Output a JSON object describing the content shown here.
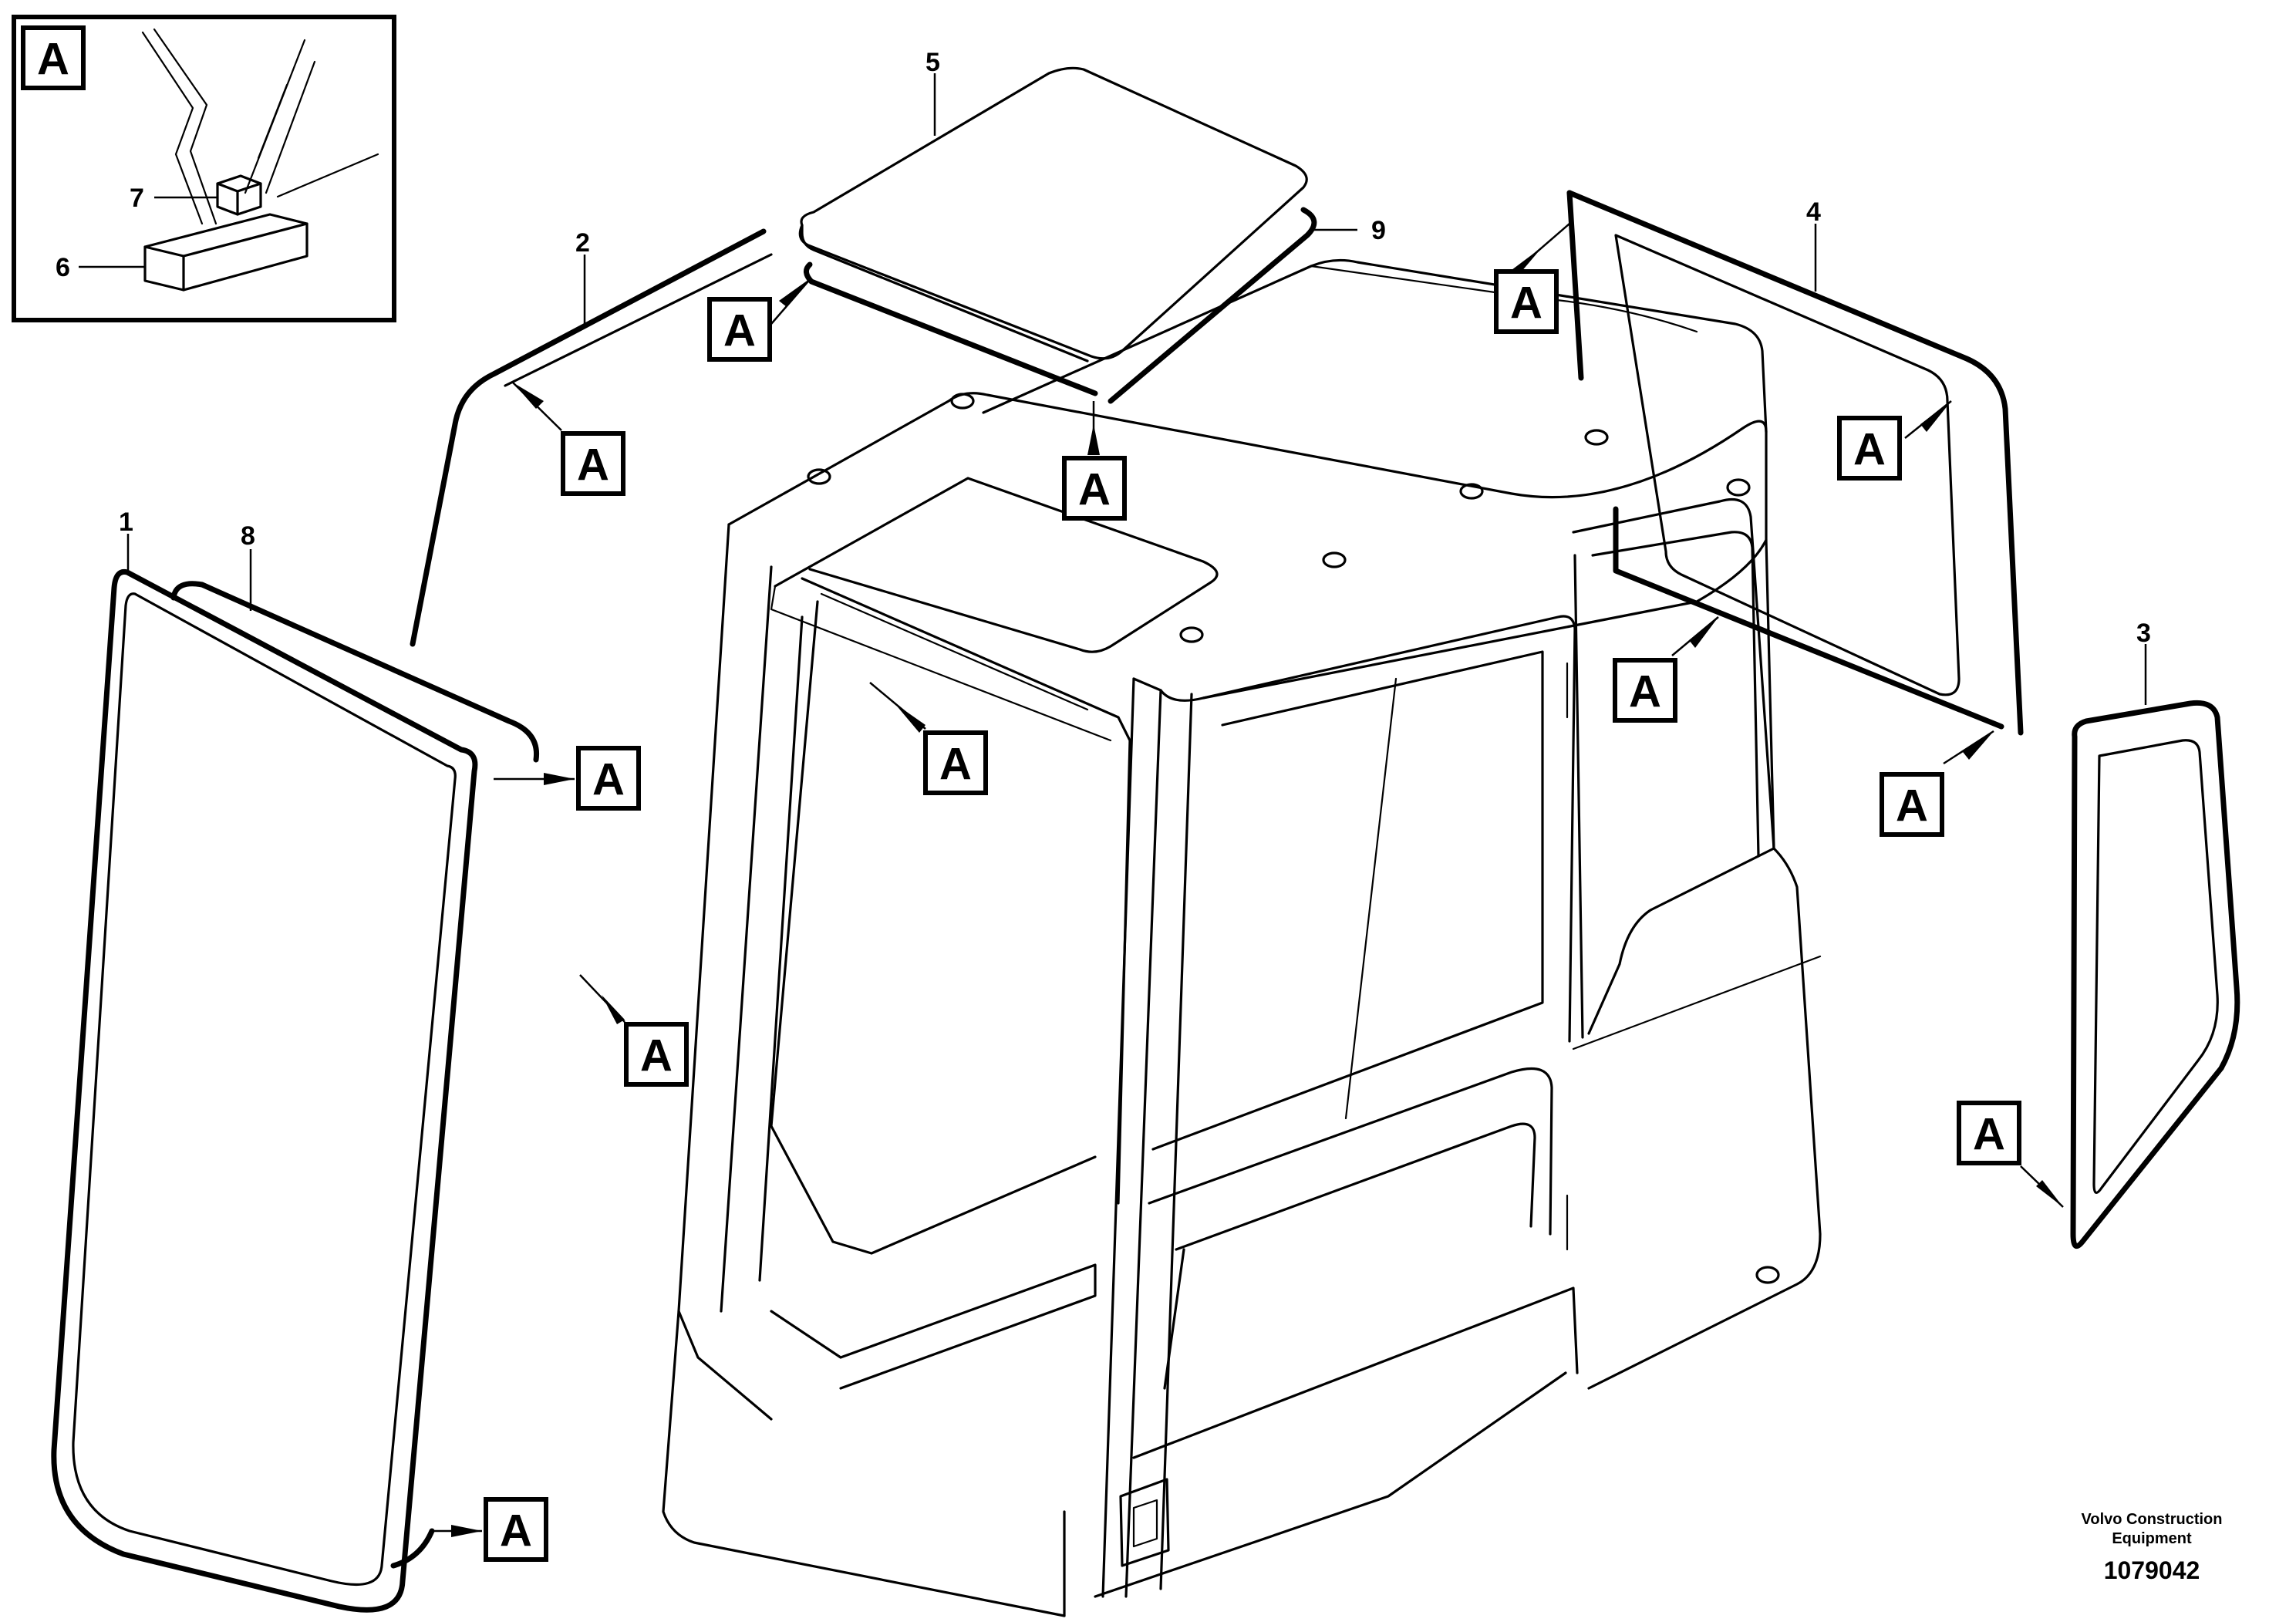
{
  "callouts": {
    "c1": "1",
    "c2": "2",
    "c3": "3",
    "c4": "4",
    "c5": "5",
    "c6": "6",
    "c7": "7",
    "c8": "8",
    "c9": "9"
  },
  "detail_label": "A",
  "footer": {
    "company_line1": "Volvo Construction",
    "company_line2": "Equipment",
    "drawing_number": "1079042"
  }
}
